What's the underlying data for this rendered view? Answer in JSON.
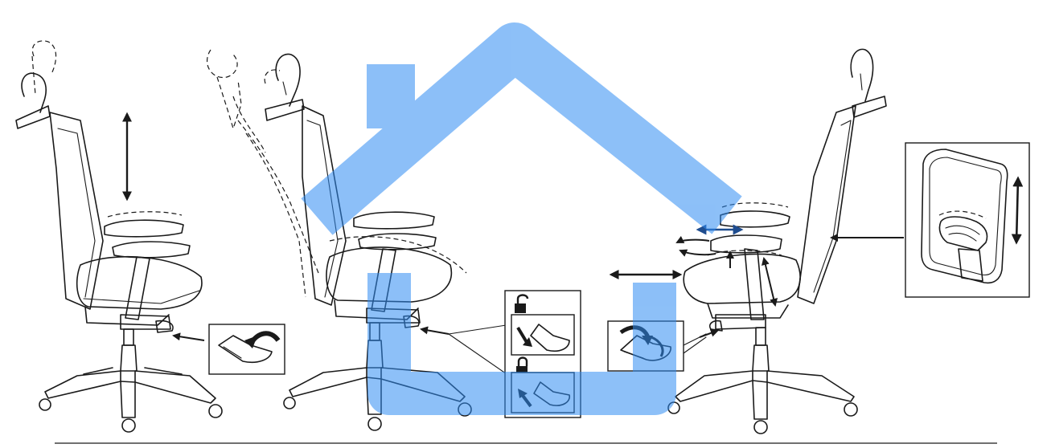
{
  "colors": {
    "line": "#1a1a1a",
    "watermark": "#2f8cf3",
    "arrow_blue": "#1f4d8f",
    "background": "#ffffff"
  },
  "figure": {
    "panels": [
      {
        "name": "headrest-height-adjustment",
        "icons": [
          "up-down-arrow-icon",
          "lever-lift-icon"
        ]
      },
      {
        "name": "backrest-tilt-lock",
        "icons": [
          "unlock-icon",
          "lock-icon",
          "lever-down-icon",
          "lever-up-icon"
        ]
      },
      {
        "name": "seat-depth-adjustment",
        "icons": [
          "left-right-arrow-icon",
          "lever-rotate-icon"
        ]
      },
      {
        "name": "armrest-and-lumbar-adjustment",
        "icons": [
          "armrest-arrows-icon",
          "lumbar-up-down-icon"
        ]
      }
    ],
    "watermark_icon": "house-icon"
  }
}
